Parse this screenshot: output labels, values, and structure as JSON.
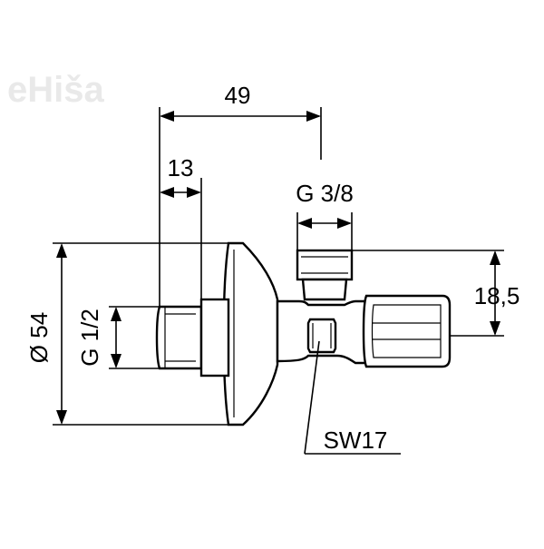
{
  "watermark": "eHiša",
  "dimensions": {
    "length_49": "49",
    "length_13": "13",
    "thread_outlet": "G 3/8",
    "thread_inlet": "G 1/2",
    "diameter_54": "Ø 54",
    "height_18_5": "18,5",
    "wrench_size": "SW17"
  }
}
